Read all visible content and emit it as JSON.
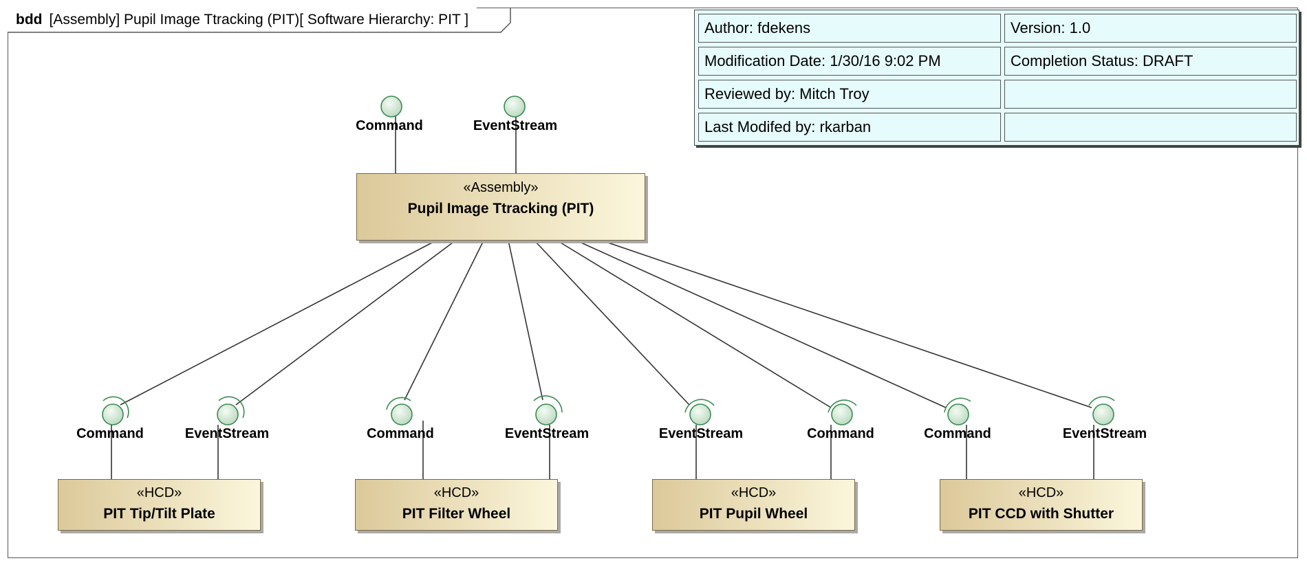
{
  "diagram": {
    "frame_kind": "bdd",
    "frame_title": "[Assembly] Pupil Image Ttracking (PIT)[ Software Hierarchy: PIT ]"
  },
  "info_table": {
    "author": "Author: fdekens",
    "version": "Version: 1.0",
    "modification_date": "Modification Date: 1/30/16 9:02 PM",
    "completion_status": "Completion Status: DRAFT",
    "reviewed_by": "Reviewed by: Mitch Troy",
    "reviewed_extra": "",
    "last_modified_by": "Last Modifed by: rkarban",
    "last_modified_extra": ""
  },
  "assembly": {
    "stereotype": "«Assembly»",
    "name": "Pupil Image Ttracking (PIT)",
    "ports": [
      "Command",
      "EventStream"
    ]
  },
  "hcds": [
    {
      "stereotype": "«HCD»",
      "name": "PIT Tip/Tilt Plate",
      "ports": [
        "Command",
        "EventStream"
      ]
    },
    {
      "stereotype": "«HCD»",
      "name": "PIT Filter Wheel",
      "ports": [
        "Command",
        "EventStream"
      ]
    },
    {
      "stereotype": "«HCD»",
      "name": "PIT Pupil Wheel",
      "ports": [
        "EventStream",
        "Command"
      ]
    },
    {
      "stereotype": "«HCD»",
      "name": "PIT CCD with Shutter",
      "ports": [
        "Command",
        "EventStream"
      ]
    }
  ],
  "colors": {
    "block_gradient_start": "#dcc99a",
    "block_gradient_end": "#fbf6dc",
    "info_background": "#e6fbfb",
    "port_circle": "#cfe6d2",
    "port_stroke": "#3a8a50"
  }
}
